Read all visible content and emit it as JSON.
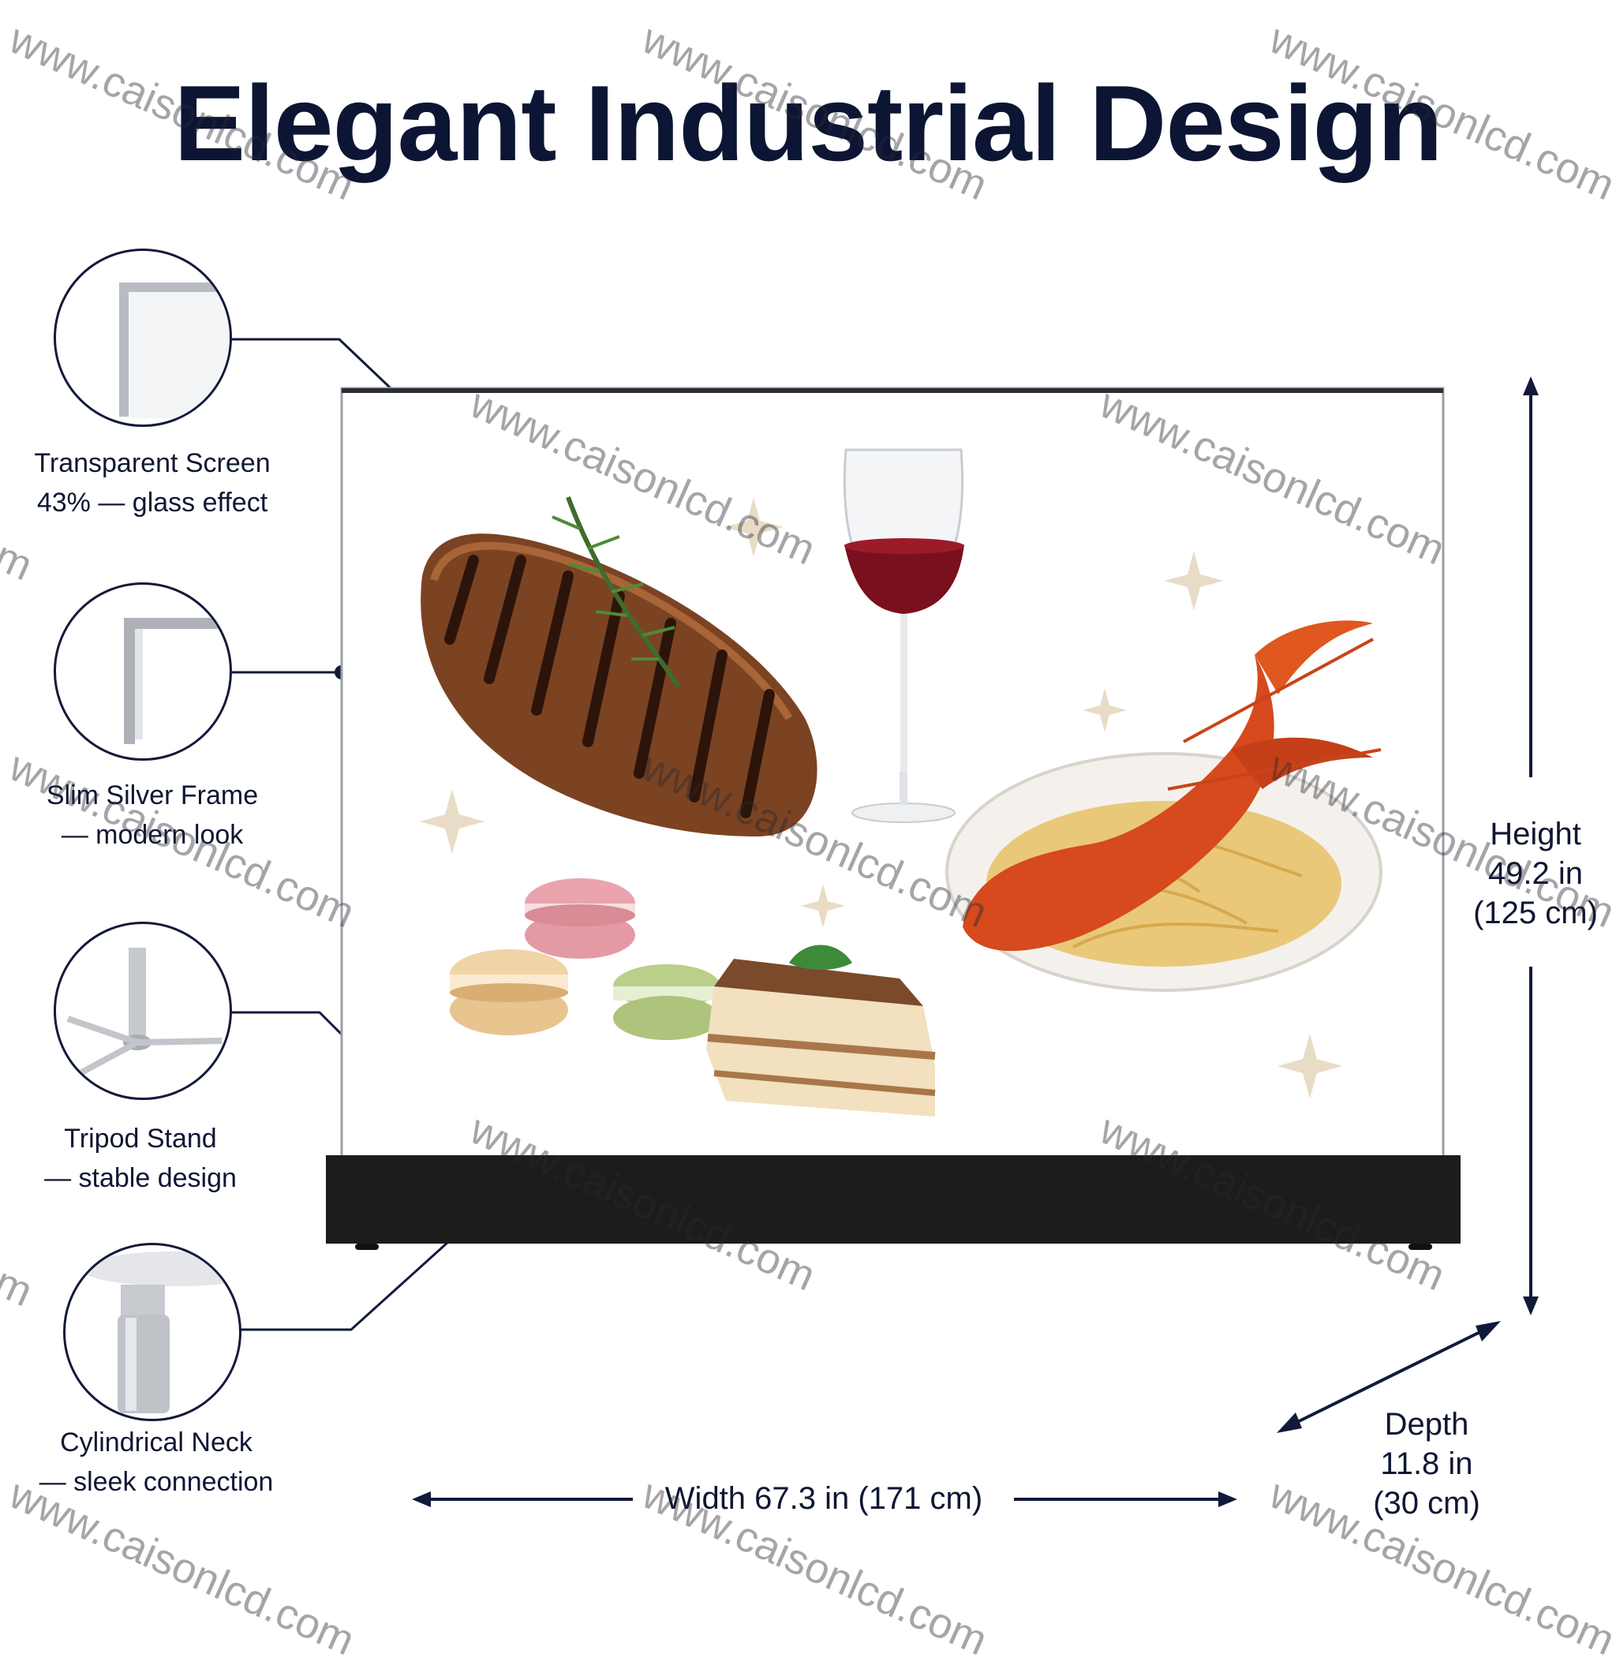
{
  "title": "Elegant Industrial Design",
  "features": [
    {
      "line1": "Transparent Screen",
      "line2": "43% — glass effect",
      "icon": "screen-corner-icon"
    },
    {
      "line1": "Slim Silver Frame",
      "line2": "— modern look",
      "icon": "frame-corner-icon"
    },
    {
      "line1": "Tripod Stand",
      "line2": "— stable design",
      "icon": "tripod-icon"
    },
    {
      "line1": "Cylindrical Neck",
      "line2": "— sleek connection",
      "icon": "cylinder-neck-icon"
    }
  ],
  "dimensions": {
    "height": {
      "line1": "Height",
      "line2": "49.2 in",
      "line3": "(125 cm)"
    },
    "width": {
      "text": "Width 67.3 in (171 cm)"
    },
    "depth": {
      "line1": "Depth",
      "line2": "11.8 in",
      "line3": "(30 cm)"
    }
  },
  "screen_content": [
    "grilled-steak",
    "red-wine-glass",
    "lobster-pasta",
    "macarons",
    "tiramisu"
  ],
  "watermark": "www.caisonlcd.com",
  "colors": {
    "navy": "#0e1633",
    "base": "#1c1c1c",
    "frame": "#9aa0a8"
  }
}
